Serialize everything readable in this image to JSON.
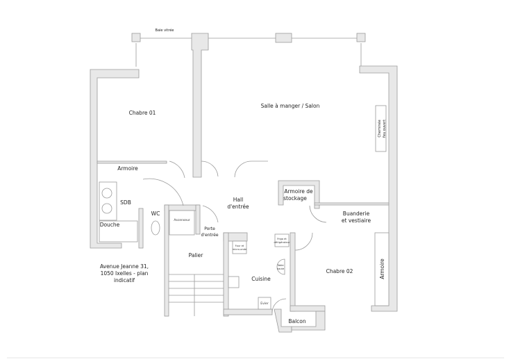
{
  "plan": {
    "baie_vitree": "Baie vitrée",
    "rooms": {
      "chambre_01": "Chabre 01",
      "salon": "Salle à manger / Salon",
      "cheminee_1": "Cheminée",
      "cheminee_2": "feu ouvert",
      "armoire_left": "Armoire",
      "hall_1": "Hall",
      "hall_2": "d'entrée",
      "armoire_stockage_1": "Armoire de",
      "armoire_stockage_2": "stockage",
      "sdb": "SDB",
      "wc": "WC",
      "douche": "Douche",
      "ascenseur": "Ascenseur",
      "porte_1": "Porte",
      "porte_2": "d'entrée",
      "buanderie_1": "Buanderie",
      "buanderie_2": "et vestiaire",
      "palier": "Palier",
      "four_1": "Four et",
      "four_2": "micro-onde",
      "frigo_1": "Frigo et",
      "frigo_2": "réfrigérateur",
      "table_1": "Table",
      "table_2": "haute",
      "cuisine": "Cuisine",
      "evier": "Evier",
      "chambre_02": "Chabre 02",
      "armoire_right": "Armoire",
      "balcon": "Balcon"
    },
    "address": [
      "Avenue Jeanne 31,",
      "1050 Ixelles - plan",
      "indicatif"
    ]
  }
}
